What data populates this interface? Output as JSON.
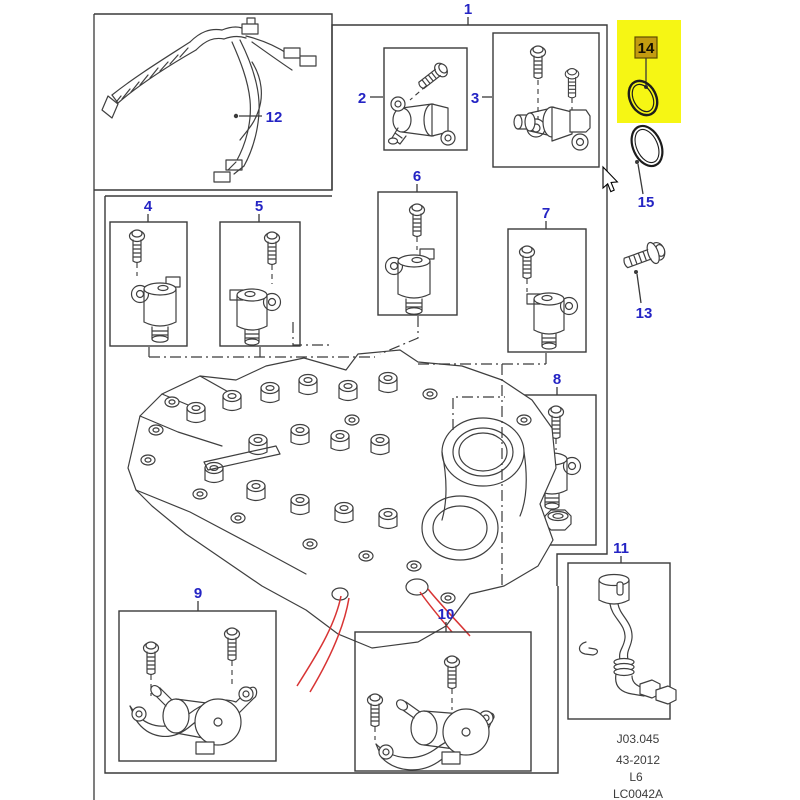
{
  "callouts": {
    "c1": "1",
    "c2": "2",
    "c3": "3",
    "c4": "4",
    "c5": "5",
    "c6": "6",
    "c7": "7",
    "c8": "8",
    "c9": "9",
    "c10": "10",
    "c11": "11",
    "c12": "12",
    "c13": "13",
    "c14": "14",
    "c15": "15"
  },
  "footer": {
    "ref1": "J03.045",
    "ref2": "43-2012",
    "ref3": "L6",
    "ref4": "LC0042A"
  },
  "highlight": {
    "highlighted_item": "14",
    "color": "#f6f614",
    "chip_background": "#c39b10"
  },
  "colors": {
    "callout_blue": "#2424c4",
    "line_dark": "#3a3a3a",
    "leader_red": "#d83434"
  },
  "pointer": {
    "type": "arrow"
  }
}
